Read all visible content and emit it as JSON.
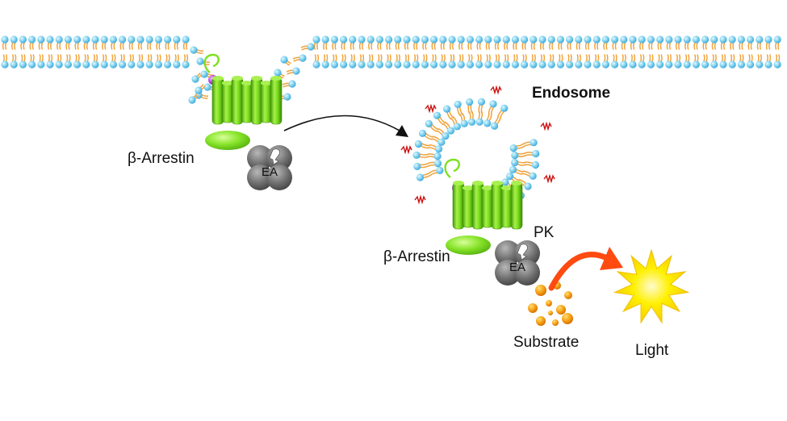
{
  "labels": {
    "endosome": "Endosome",
    "arrestin_left": "β-Arrestin",
    "arrestin_right": "β-Arrestin",
    "ea_left": "EA",
    "ea_right": "EA",
    "pk": "PK",
    "substrate": "Substrate",
    "light": "Light"
  },
  "colors": {
    "lipid_head": "#7ed0ee",
    "lipid_tail": "#f0a23a",
    "receptor": "#7ee020",
    "arrestin": "#7ee020",
    "enzyme": "#666666",
    "ligand": "#b040d8",
    "substrate": "#f59a10",
    "light": "#ffe800",
    "reaction_arrow": "#ff4a10",
    "tag": "#cc1010"
  }
}
